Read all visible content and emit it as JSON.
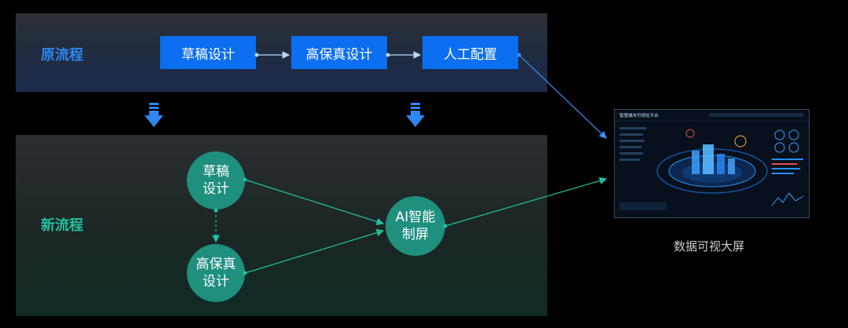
{
  "old_flow": {
    "label": "原流程",
    "steps": [
      {
        "label": "草稿设计"
      },
      {
        "label": "高保真设计"
      },
      {
        "label": "人工配置"
      }
    ]
  },
  "new_flow": {
    "label": "新流程",
    "nodes": [
      {
        "label": "草稿\n设计"
      },
      {
        "label": "高保真\n设计"
      },
      {
        "label": "AI智能\n制屏"
      }
    ]
  },
  "output": {
    "caption": "数据可视大屏",
    "screen_title": "智慧城市可视化平台"
  },
  "colors": {
    "old_accent": "#2f86f0",
    "new_accent": "#22c0a0",
    "box_fill": "#0c6ef0",
    "node_fill": "#1f8f7e"
  }
}
